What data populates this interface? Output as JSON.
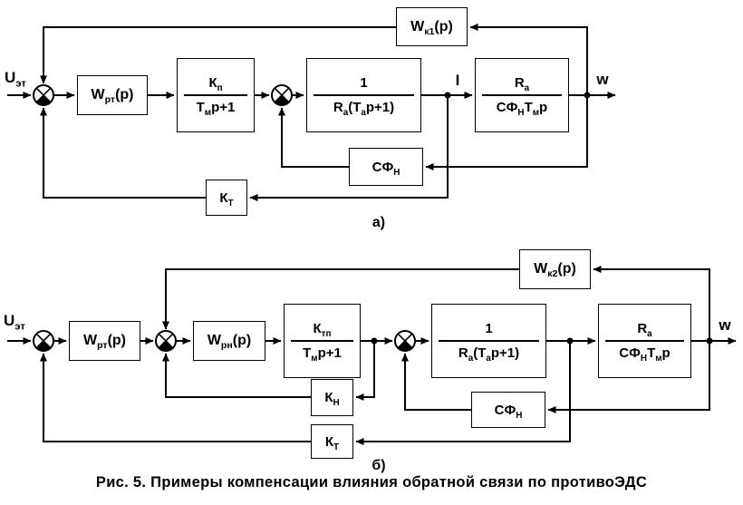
{
  "colors": {
    "line": "#000000",
    "background": "#ffffff"
  },
  "caption": "Рис. 5. Примеры компенсации влияния обратной связи по противоЭДС",
  "diagram_a": {
    "part_label": "а)",
    "input_label": "U_{эт}",
    "current_label": "I",
    "output_label": "w",
    "blocks": {
      "compensator": "W_{к1}(p)",
      "current_regulator": "W_{рт}(p)",
      "converter_num": "К_{п}",
      "converter_den": "Т_{м}p+1",
      "armature_num": "1",
      "armature_den": "R_{а}(Т_{а}p+1)",
      "mechanical_num": "R_{а}",
      "mechanical_den": "СФ_{Н}Т_{м}p",
      "emf_feedback": "СФ_{Н}",
      "current_feedback": "К_{Т}"
    }
  },
  "diagram_b": {
    "part_label": "б)",
    "input_label": "U_{эт}",
    "output_label": "w",
    "blocks": {
      "compensator": "W_{к2}(p)",
      "current_regulator": "W_{рт}(p)",
      "voltage_regulator": "W_{рн}(p)",
      "converter_num": "К_{тп}",
      "converter_den": "Т_{м}p+1",
      "armature_num": "1",
      "armature_den": "R_{а}(Т_{а}p+1)",
      "mechanical_num": "R_{а}",
      "mechanical_den": "СФ_{Н}Т_{м}p",
      "voltage_feedback": "К_{Н}",
      "emf_feedback": "СФ_{Н}",
      "current_feedback": "К_{Т}"
    }
  }
}
